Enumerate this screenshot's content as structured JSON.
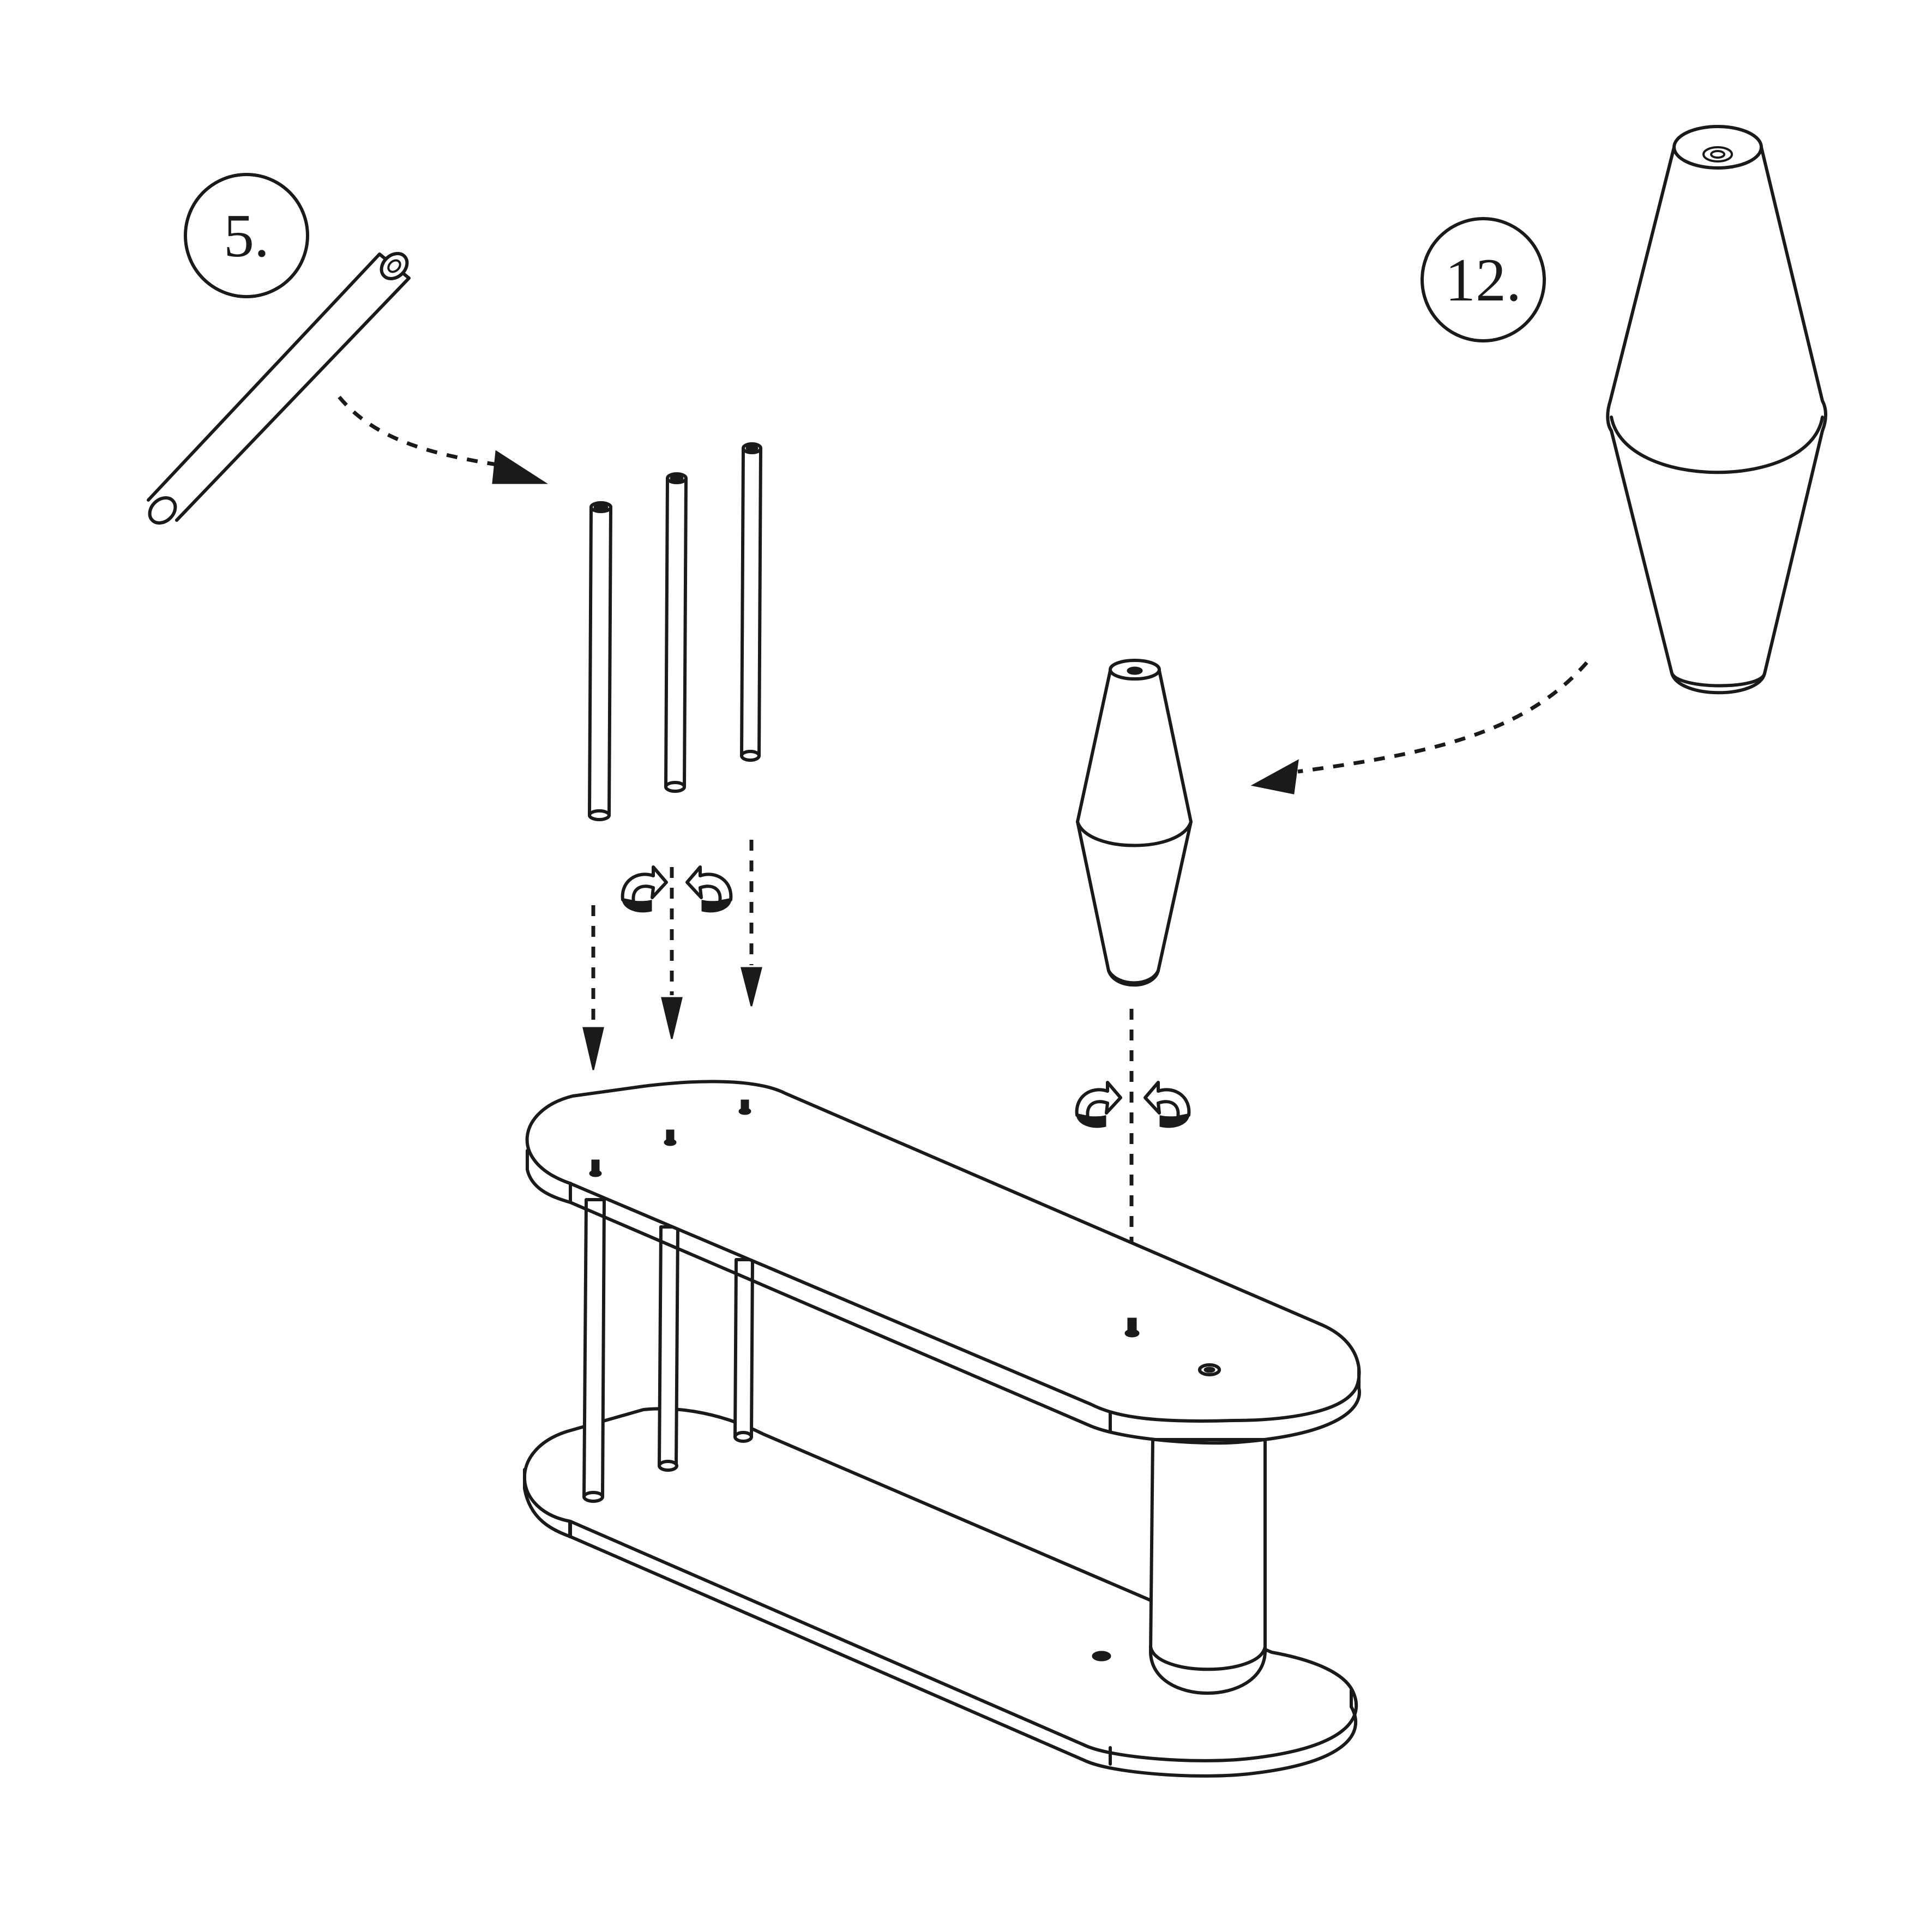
{
  "step_labels": {
    "part_a": "5.",
    "part_b": "12."
  },
  "parts": {
    "rod": {
      "icon": "rod-icon",
      "quantity_shown": 3
    },
    "leg": {
      "icon": "cone-leg-icon",
      "quantity_shown": 1
    }
  },
  "actions": {
    "rotate_icon": "screw-rotate-icon"
  },
  "colors": {
    "line": "#1a1a1a",
    "background": "#ffffff"
  }
}
